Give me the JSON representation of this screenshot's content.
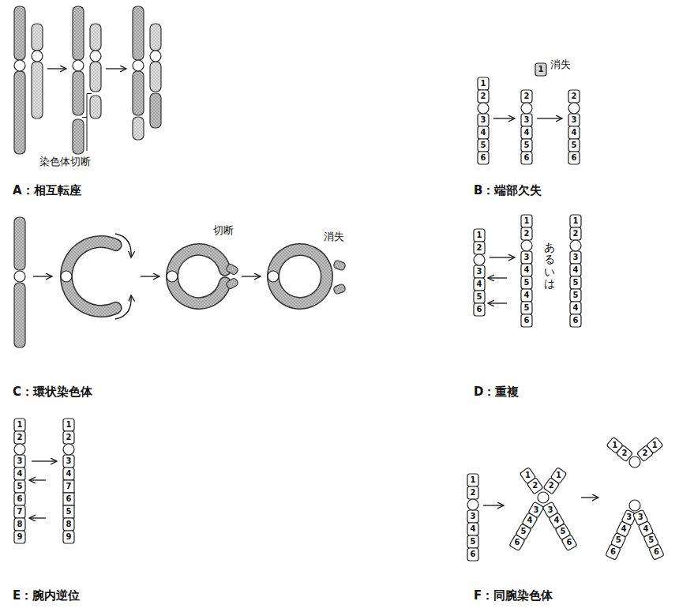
{
  "diagram": {
    "labels": [
      "染色体切断",
      "A：相互転座",
      "1",
      "2",
      "3",
      "4",
      "5",
      "6",
      "1",
      "消失",
      "2",
      "3",
      "4",
      "5",
      "6",
      "2",
      "3",
      "4",
      "5",
      "6",
      "B：端部欠失",
      "切断",
      "消失",
      "C：環状染色体",
      "1",
      "2",
      "3",
      "4",
      "5",
      "6",
      "1",
      "2",
      "3",
      "4",
      "5",
      "4",
      "5",
      "6",
      "あるいは",
      "1",
      "2",
      "3",
      "4",
      "5",
      "5",
      "4",
      "6",
      "D：重複",
      "1",
      "2",
      "3",
      "4",
      "5",
      "6",
      "7",
      "8",
      "9",
      "1",
      "2",
      "3",
      "4",
      "7",
      "6",
      "5",
      "8",
      "9",
      "E：腕内逆位",
      "1",
      "2",
      "3",
      "4",
      "5",
      "6",
      "1",
      "2",
      "3",
      "4",
      "5",
      "6",
      "1",
      "2",
      "3",
      "4",
      "5",
      "6",
      "1",
      "2",
      "2",
      "1",
      "6",
      "5",
      "4",
      "3",
      "3",
      "4",
      "5",
      "6",
      "F：同腕染色体"
    ]
  }
}
